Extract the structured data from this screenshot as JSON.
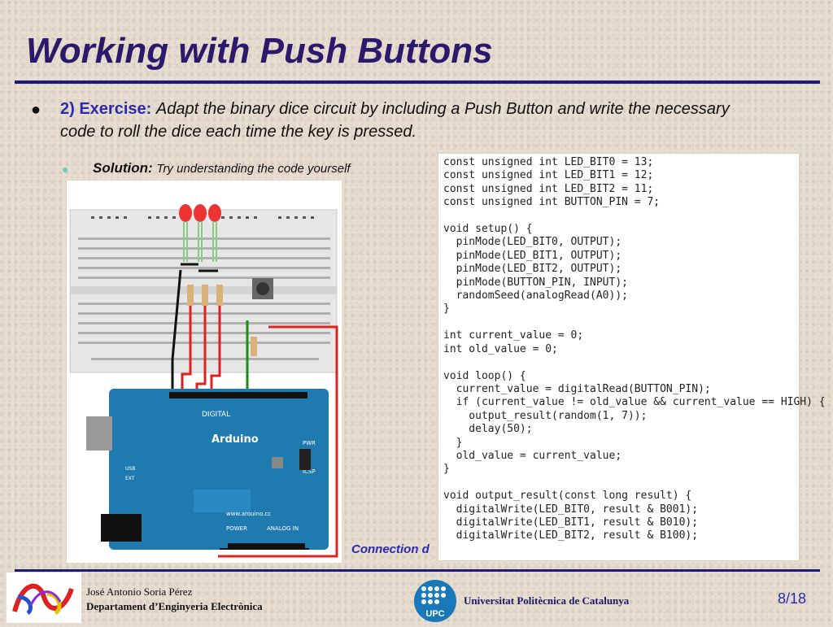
{
  "title": "Working with Push Buttons",
  "bullet1": {
    "lead": "2) Exercise:",
    "text": "Adapt the binary dice circuit by including a Push Button and write the necessary code to roll the dice each time the key is pressed."
  },
  "bullet2": {
    "lead": "Solution:",
    "text": "Try understanding the code yourself"
  },
  "code_lines": [
    "const unsigned int LED_BIT0 = 13;",
    "const unsigned int LED_BIT1 = 12;",
    "const unsigned int LED_BIT2 = 11;",
    "const unsigned int BUTTON_PIN = 7;",
    "",
    "void setup() {",
    "  pinMode(LED_BIT0, OUTPUT);",
    "  pinMode(LED_BIT1, OUTPUT);",
    "  pinMode(LED_BIT2, OUTPUT);",
    "  pinMode(BUTTON_PIN, INPUT);",
    "  randomSeed(analogRead(A0));",
    "}",
    "",
    "int current_value = 0;",
    "int old_value = 0;",
    "",
    "void loop() {",
    "  current_value = digitalRead(BUTTON_PIN);",
    "  if (current_value != old_value && current_value == HIGH) {",
    "    output_result(random(1, 7));",
    "    delay(50);",
    "  }",
    "  old_value = current_value;",
    "}",
    "",
    "void output_result(const long result) {",
    "  digitalWrite(LED_BIT0, result & B001);",
    "  digitalWrite(LED_BIT1, result & B010);",
    "  digitalWrite(LED_BIT2, result & B100);"
  ],
  "caption": "Connection d",
  "footer": {
    "author": "José Antonio Soria Pérez",
    "department": "Departament d’Enginyeria Electrònica",
    "university": "Universitat Politècnica de Catalunya",
    "page": "8/18",
    "upc_logo_text": "UPC"
  },
  "circuit_labels": {
    "board_name": "Arduino",
    "board_url": "www.arduino.cc",
    "digital": "DIGITAL",
    "power": "POWER",
    "analog_in": "ANALOG IN",
    "icsp": "ICSP",
    "pwr": "PWR",
    "usb": "USB",
    "ext": "EXT"
  }
}
